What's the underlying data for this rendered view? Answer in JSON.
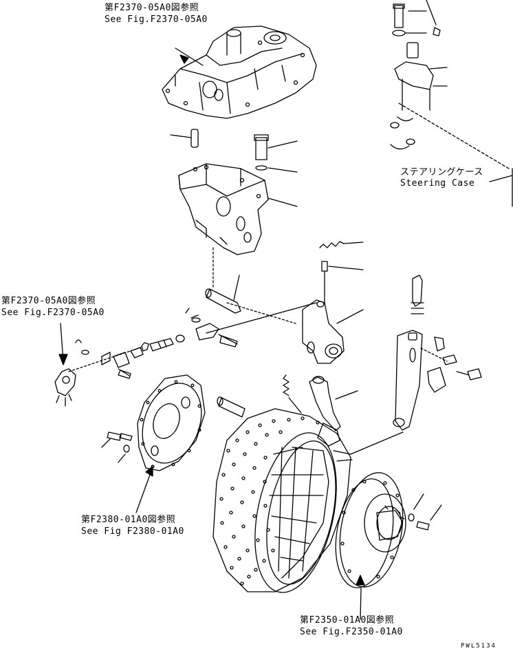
{
  "callouts": {
    "top_ref": {
      "jp": "第F2370-05A0図参照",
      "en": "See Fig.F2370-05A0"
    },
    "left_ref": {
      "jp": "第F2370-05A0図参照",
      "en": "See Fig.F2370-05A0"
    },
    "mid_ref": {
      "jp": "第F2380-01A0図参照",
      "en": "See Fig F2380-01A0"
    },
    "bottom_ref": {
      "jp": "第F2350-01A0図参照",
      "en": "See Fig.F2350-01A0"
    },
    "steering_case": {
      "jp": "ステアリングケース",
      "en": "Steering Case"
    }
  },
  "drawing_code": "PWL5134"
}
